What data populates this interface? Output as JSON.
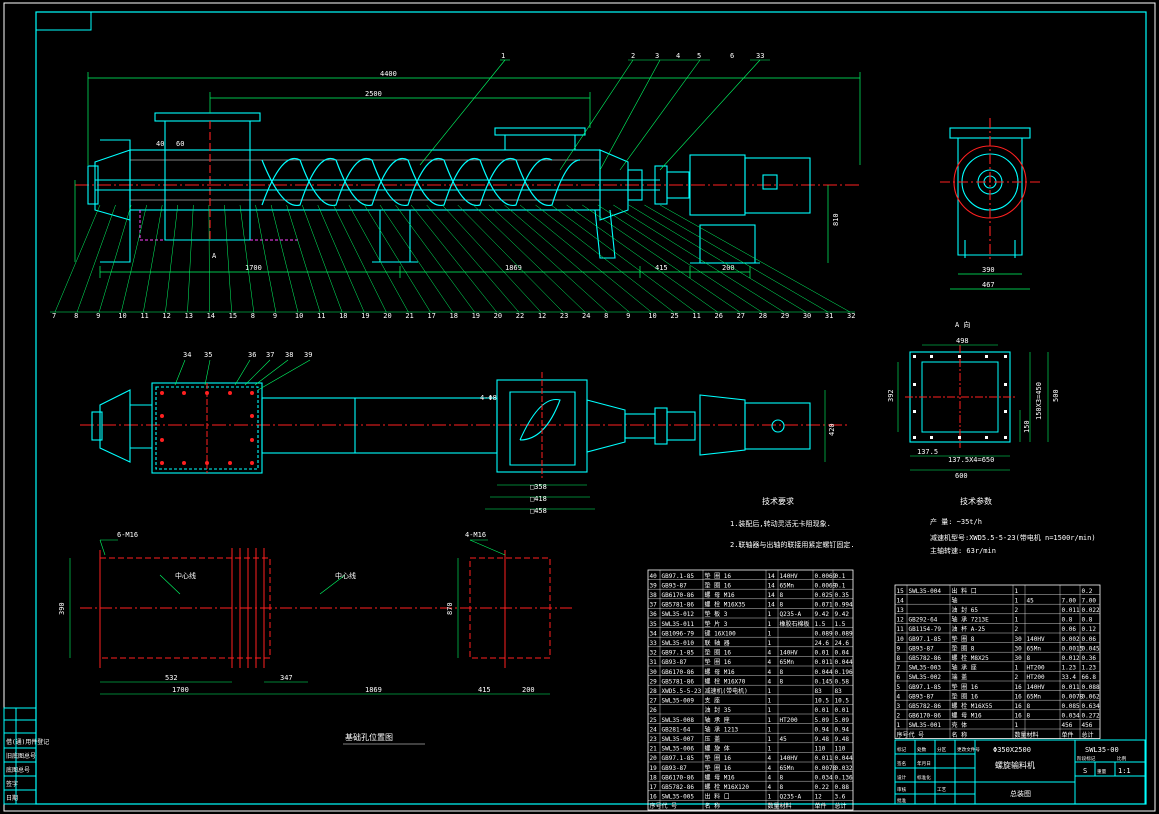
{
  "drawing": {
    "title_line1": "Φ350X2500",
    "title_line2": "螺旋输料机",
    "drawing_number": "SWL35-00",
    "view_name": "总装图",
    "scale": "1:1",
    "sheet_label": "S"
  },
  "dimensions": {
    "overall": "4400",
    "span": "2500",
    "left_base": "1700",
    "right_base": "1869",
    "offset_415": "415",
    "motor_base": "200",
    "height_810": "810",
    "flange_40": "40",
    "flange_60": "60",
    "side_390": "390",
    "side_467": "467",
    "plan_420": "420",
    "plan_358": "□358",
    "plan_418": "□418",
    "plan_458": "□458",
    "plan_4bolts": "4-Φ8",
    "view_a_top": "498",
    "view_a_left": "392",
    "view_a_right": "500",
    "view_a_450": "150X3=450",
    "view_a_150": "150",
    "view_a_137a": "137.5",
    "view_a_650": "137.5X4=650",
    "view_a_600": "600",
    "fdn_holes_left": "6-M16",
    "fdn_holes_right": "4-M16",
    "fdn_390": "390",
    "fdn_870": "870",
    "fdn_532": "532",
    "fdn_347": "347",
    "fdn_1700": "1700",
    "fdn_1869": "1869",
    "fdn_415": "415",
    "fdn_200": "200",
    "fdn_center_left": "中心线",
    "fdn_center_right": "中心线"
  },
  "view_labels": {
    "view_a": "A 向",
    "arrow_a": "A",
    "foundation": "基础孔位置图",
    "tech_req_heading": "技术要求",
    "tech_param_heading": "技术参数"
  },
  "tech_requirements": [
    "1.装配后,转动灵活无卡阻现象.",
    "2.联轴器与出轴的联接用紧定螺钉固定."
  ],
  "tech_params": [
    "产  量:  ~35t/h",
    "减速机型号:XWD5.5-5-23(带电机 n=1500r/min)",
    "主轴转速:  63r/min"
  ],
  "callouts_top": [
    "1",
    "2",
    "3",
    "4",
    "5",
    "6",
    "33"
  ],
  "callouts_bottom": [
    "7",
    "8",
    "9",
    "10",
    "11",
    "12",
    "13",
    "14",
    "15",
    "8",
    "9",
    "10",
    "11",
    "18",
    "19",
    "20",
    "21",
    "17",
    "18",
    "19",
    "20",
    "22",
    "12",
    "23",
    "24",
    "8",
    "9",
    "10",
    "25",
    "11",
    "26",
    "27",
    "28",
    "29",
    "30",
    "31",
    "32"
  ],
  "callouts_plan": [
    "34",
    "35",
    "36",
    "37",
    "38",
    "39"
  ],
  "parts_left": [
    [
      "40",
      "GB97.1-85",
      "垫 圈 16",
      "14",
      "140HV",
      "0.0069",
      "0.1"
    ],
    [
      "39",
      "GB93-87",
      "垫 圈 16",
      "14",
      "65Mn",
      "0.0069",
      "0.1"
    ],
    [
      "38",
      "GB6170-86",
      "螺 母 M16",
      "14",
      "8",
      "0.025",
      "0.35"
    ],
    [
      "37",
      "GB5781-86",
      "螺 栓 M16X35",
      "14",
      "8",
      "0.071",
      "0.994"
    ],
    [
      "36",
      "SWL35-012",
      "垫 板 3",
      "1",
      "Q235-A",
      "9.42",
      "9.42"
    ],
    [
      "35",
      "SWL35-011",
      "垫 片 3",
      "1",
      "橡胶石棉板",
      "1.5",
      "1.5"
    ],
    [
      "34",
      "GB1096-79",
      "键 16X100",
      "1",
      "",
      "0.089",
      "0.089"
    ],
    [
      "33",
      "SWL35-010",
      "联 轴 器",
      "1",
      "",
      "24.6",
      "24.6"
    ],
    [
      "32",
      "GB97.1-85",
      "垫 圈 16",
      "4",
      "140HV",
      "0.01",
      "0.04"
    ],
    [
      "31",
      "GB93-87",
      "垫 圈 16",
      "4",
      "65Mn",
      "0.011",
      "0.044"
    ],
    [
      "30",
      "GB6170-86",
      "螺 母 M16",
      "4",
      "8",
      "0.044",
      "0.196"
    ],
    [
      "29",
      "GB5781-86",
      "螺 栓 M16X70",
      "4",
      "8",
      "0.145",
      "0.58"
    ],
    [
      "28",
      "XWD5.5-5-23",
      "减速机(带电机)",
      "1",
      "",
      "83",
      "83"
    ],
    [
      "27",
      "SWL35-009",
      "支 座",
      "1",
      "",
      "10.5",
      "10.5"
    ],
    [
      "26",
      "",
      "油 封 35",
      "1",
      "",
      "0.01",
      "0.01"
    ],
    [
      "25",
      "SWL35-008",
      "轴 承 座",
      "1",
      "HT200",
      "5.09",
      "5.09"
    ],
    [
      "24",
      "GB281-64",
      "轴 承 1213",
      "1",
      "",
      "0.94",
      "0.94"
    ],
    [
      "23",
      "SWL35-007",
      "压 盖",
      "1",
      "45",
      "9.48",
      "9.48"
    ],
    [
      "21",
      "SWL35-006",
      "螺 旋 体",
      "1",
      "",
      "110",
      "110"
    ],
    [
      "20",
      "GB97.1-85",
      "垫 圈 16",
      "4",
      "140HV",
      "0.011",
      "0.044"
    ],
    [
      "19",
      "GB93-87",
      "垫 圈 16",
      "4",
      "65Mn",
      "0.0078",
      "0.032"
    ],
    [
      "18",
      "GB6170-86",
      "螺 母 M16",
      "4",
      "8",
      "0.034",
      "0.136"
    ],
    [
      "17",
      "GB5782-86",
      "螺 栓 M16X120",
      "4",
      "8",
      "0.22",
      "0.88"
    ],
    [
      "16",
      "SWL35-005",
      "出 料 口",
      "1",
      "Q235-A",
      "12",
      "3.6"
    ]
  ],
  "parts_right": [
    [
      "15",
      "SWL35-004",
      "出 料 口",
      "1",
      "",
      "",
      "0.2"
    ],
    [
      "14",
      "",
      "轴",
      "1",
      "45",
      "7.00",
      "7.00"
    ],
    [
      "13",
      "",
      "油 封 65",
      "2",
      "",
      "0.011",
      "0.022"
    ],
    [
      "12",
      "GB292-64",
      "轴 承 7213E",
      "1",
      "",
      "0.8",
      "0.8"
    ],
    [
      "11",
      "GB1154-79",
      "油 杯 A-25",
      "2",
      "",
      "0.06",
      "0.12"
    ],
    [
      "10",
      "GB97.1-85",
      "垫 圈 8",
      "30",
      "140HV",
      "0.002",
      "0.06"
    ],
    [
      "9",
      "GB93-87",
      "垫 圈 8",
      "30",
      "65Mn",
      "0.0015",
      "0.045"
    ],
    [
      "8",
      "GB5782-86",
      "螺 栓 M8X25",
      "30",
      "8",
      "0.012",
      "0.36"
    ],
    [
      "7",
      "SWL35-003",
      "轴 承 座",
      "1",
      "HT200",
      "1.23",
      "1.23"
    ],
    [
      "6",
      "SWL35-002",
      "端 盖",
      "2",
      "HT200",
      "33.4",
      "66.8"
    ],
    [
      "5",
      "GB97.1-85",
      "垫 圈 16",
      "16",
      "140HV",
      "0.011",
      "0.088"
    ],
    [
      "4",
      "GB93-87",
      "垫 圈 16",
      "16",
      "65Mn",
      "0.0078",
      "0.062"
    ],
    [
      "3",
      "GB5782-86",
      "螺 栓 M16X55",
      "16",
      "8",
      "0.085",
      "0.634"
    ],
    [
      "2",
      "GB6170-86",
      "螺 母 M16",
      "16",
      "8",
      "0.034",
      "0.272"
    ],
    [
      "1",
      "SWL35-001",
      "壳 体",
      "1",
      "",
      "456",
      "456"
    ]
  ],
  "parts_header": [
    "序号",
    "代 号",
    "名 称",
    "数量",
    "材料",
    "单件",
    "总计"
  ],
  "title_block_labels": [
    "标记",
    "处数",
    "分区",
    "更改文件号",
    "签名",
    "年月日",
    "设计",
    "标准化",
    "审核",
    "工艺",
    "批准",
    "阶段标记",
    "重量",
    "比例"
  ],
  "left_margin_labels": [
    "借(通)用件登记",
    "旧底图总号",
    "底图总号",
    "签字",
    "日期"
  ],
  "colors": {
    "background": "#000000",
    "outline": "#00ffff",
    "centerline": "#ff2020",
    "dimension": "#00ff66",
    "text": "#ffffff",
    "highlight": "#ffff00",
    "hidden": "#ff40ff"
  }
}
